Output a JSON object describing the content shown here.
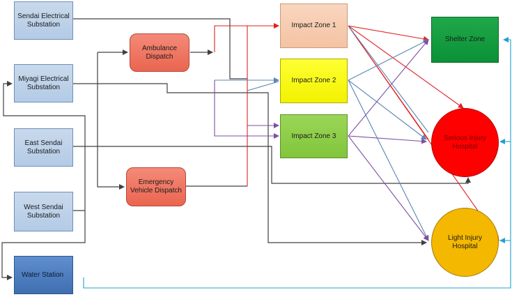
{
  "diagram": {
    "sources": {
      "sendai_electrical": "Sendai Electrical Substation",
      "miyagi_electrical": "Miyagi Electrical Substation",
      "east_sendai": "East Sendai Substation",
      "west_sendai": "West Sendai Substation",
      "water_station": "Water Station"
    },
    "dispatch": {
      "ambulance": "Ambulance Dispatch",
      "emergency_vehicle": "Emergency Vehicle Dispatch"
    },
    "zones": {
      "zone1": "Impact Zone 1",
      "zone2": "Impact Zone 2",
      "zone3": "Impact Zone 3"
    },
    "destinations": {
      "shelter": "Shelter Zone",
      "serious": "Serious Injury Hospital",
      "light": "Light Injury Hospital"
    },
    "colors": {
      "black": "#404040",
      "red": "#e02020",
      "blue": "#5b86b0",
      "purple": "#7e4fa3",
      "cyan": "#20a0d0"
    }
  }
}
